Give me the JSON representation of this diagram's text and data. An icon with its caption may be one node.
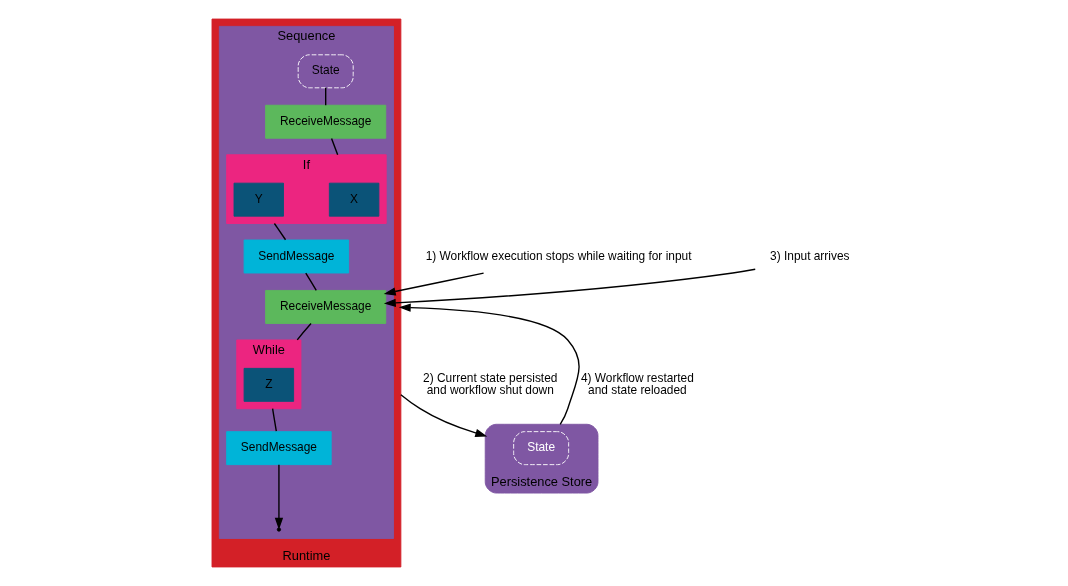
{
  "diagram": {
    "nodes": [
      {
        "text": [
          "Runtime"
        ]
      },
      {
        "text": [
          "Sequence"
        ],
        "in": 0
      },
      {
        "text": [
          "State"
        ],
        "in": 1
      },
      {
        "text": [
          "ReceiveMessage"
        ],
        "in": 1
      },
      {
        "text": [
          "If"
        ],
        "in": 1
      },
      {
        "text": [
          "X"
        ],
        "in": 4
      },
      {
        "text": [
          "Y"
        ],
        "in": 4
      },
      {
        "text": [
          "SendMessage"
        ],
        "in": 1
      },
      {
        "text": [
          "ReceiveMessage"
        ],
        "in": 1
      },
      {
        "text": [
          "While"
        ],
        "in": 1
      },
      {
        "text": [
          "Z"
        ],
        "in": 9
      },
      {
        "text": [
          "SendMessage"
        ],
        "in": 1
      },
      {
        "text": [
          "1) Workflow execution stops while waiting for input"
        ]
      },
      {
        "text": [
          "3) Input arrives"
        ]
      },
      {
        "text": [
          "Persistence Store"
        ]
      },
      {
        "text": [
          "State"
        ],
        "in": 14
      }
    ],
    "edges": [
      {
        "from": 2,
        "to": 3,
        "arrow": "none"
      },
      {
        "from": 3,
        "to": 4,
        "arrow": "none"
      },
      {
        "from": 4,
        "to": 7,
        "arrow": "none"
      },
      {
        "from": 7,
        "to": 8,
        "arrow": "none"
      },
      {
        "from": 8,
        "to": 9,
        "arrow": "none"
      },
      {
        "from": 9,
        "to": 11,
        "arrow": "none"
      },
      {
        "from": 11,
        "to": null,
        "arrow": "to"
      },
      {
        "from": 12,
        "to": 8,
        "arrow": "to"
      },
      {
        "from": 13,
        "to": 8,
        "arrow": "to"
      },
      {
        "from": 0,
        "to": 14,
        "arrow": "to",
        "label": "2) Current state persisted and workflow shut down"
      },
      {
        "from": 14,
        "to": 0,
        "arrow": "to",
        "label": "4) Workflow restarted and state reloaded"
      }
    ]
  }
}
